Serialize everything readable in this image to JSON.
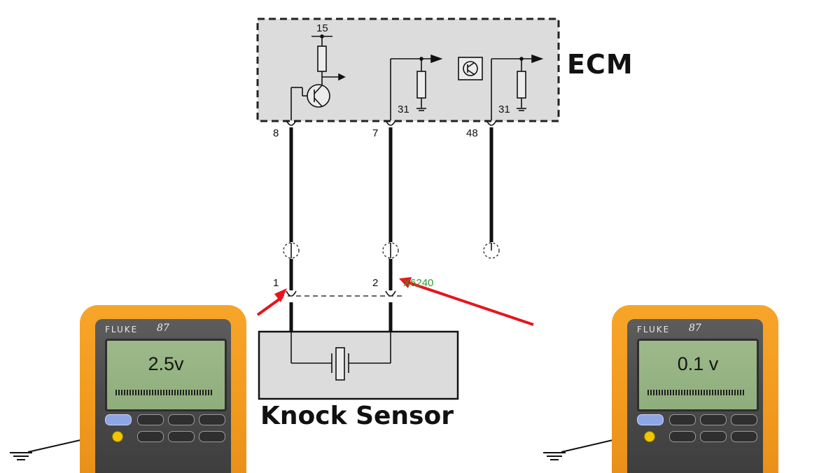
{
  "ecm": {
    "label": "ECM",
    "fuse_terminal": "15",
    "ground_terminal_1": "31",
    "ground_terminal_2": "31"
  },
  "pins": {
    "ecm_pin_a": "8",
    "ecm_pin_b": "7",
    "ecm_pin_c": "48"
  },
  "connector": {
    "id": "X6240",
    "pin_1": "1",
    "pin_2": "2"
  },
  "sensor": {
    "label": "Knock Sensor"
  },
  "meters": [
    {
      "brand": "FLUKE",
      "model": "87",
      "reading": "2.5v"
    },
    {
      "brand": "FLUKE",
      "model": "87",
      "reading": "0.1 v"
    }
  ],
  "colors": {
    "wire": "#111111",
    "probe_arrow": "#e8141b",
    "connector_text": "#2e9a2e",
    "meter_case": "#f29a1d",
    "lcd": "#94b382"
  }
}
